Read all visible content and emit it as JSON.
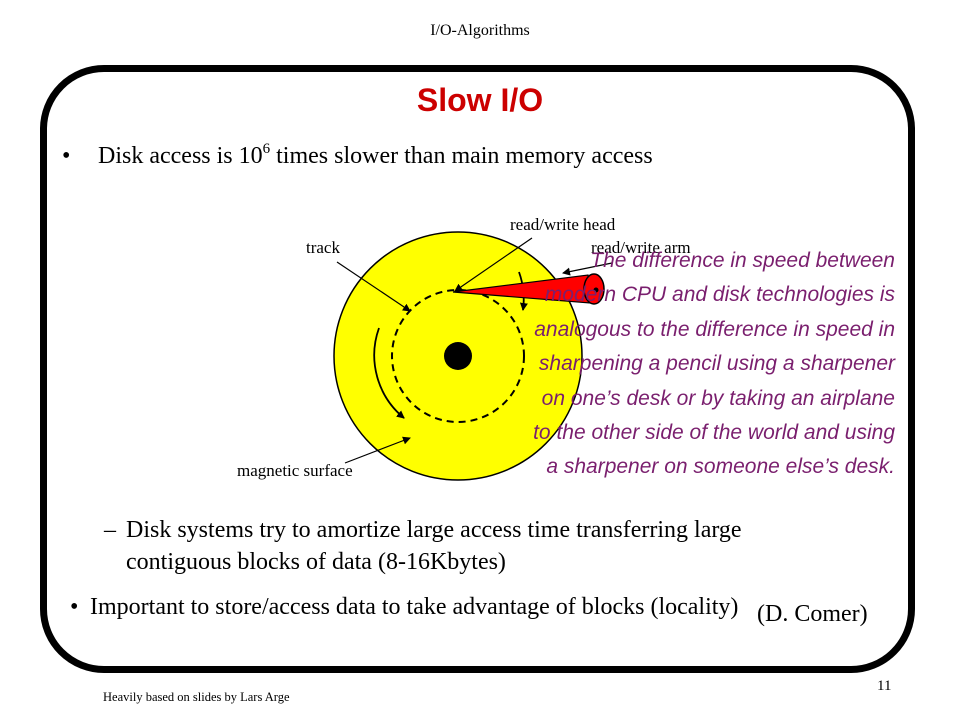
{
  "header": {
    "text": "I/O-Algorithms"
  },
  "slide": {
    "title": "Slow I/O",
    "bullet_marker": "•",
    "sub_marker": "–",
    "bullet1": {
      "pre": "Disk access is 10",
      "sup": "6",
      "post": " times slower than main memory access"
    },
    "diagram": {
      "label_head": "read/write head",
      "label_track": "track",
      "label_arm": "read/write arm",
      "label_magnetic": "magnetic surface",
      "colors": {
        "platter": "#ffff00",
        "arm": "#ff0000",
        "stroke": "#000000"
      }
    },
    "quote": "The difference in speed between modern CPU and disk technologies is analogous to the difference in speed in sharpening a pencil using a sharpener on one’s desk or by taking an airplane to the other side of the world and using a sharpener on someone else’s desk.",
    "quote_author": "(D. Comer)",
    "sub_bullet_line1": "Disk systems try to amortize large access time transferring large",
    "sub_bullet_line2": "contiguous blocks of data (8-16Kbytes)",
    "bullet2": "Important to store/access data to take advantage of blocks (locality)"
  },
  "footer": {
    "credit": "Heavily based on slides by Lars Arge",
    "page_number": "11"
  },
  "colors": {
    "title": "#cc0000",
    "quote": "#7a1f6e"
  }
}
